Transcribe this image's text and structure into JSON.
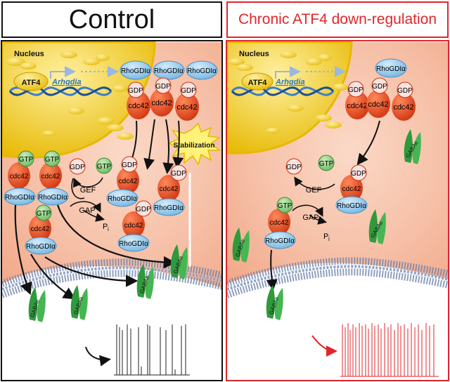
{
  "header": {
    "left_title": "Control",
    "right_title": "Chronic ATF4 down-regulation"
  },
  "labels": {
    "nucleus": "Nucleus",
    "atf4": "ATF4",
    "gene": "Arhgdia",
    "rhogdi": "RhoGDIα",
    "gdp": "GDP",
    "gtp": "GTP",
    "cdc42": "cdc42",
    "gef": "GEF",
    "gap": "GAP",
    "pi": "P",
    "pi_sub": "i",
    "gaba": "GABA",
    "gaba_sub": "B",
    "stabilization": "Stabilization"
  },
  "colors": {
    "control_border": "#111111",
    "atf4_border": "#e0262b",
    "cytoplasm": "#f6c6b2",
    "nucleus_fill": "#fbe79a",
    "nucleus_edge": "#e8b800",
    "cdc42": "#e8401c",
    "rhogdi": "#7fbde6",
    "gtp": "#7fc77a",
    "gdp": "#fbe3e0",
    "gaba": "#2f9a3c",
    "trace_control": "#222222",
    "trace_atf4": "#e0262b"
  }
}
